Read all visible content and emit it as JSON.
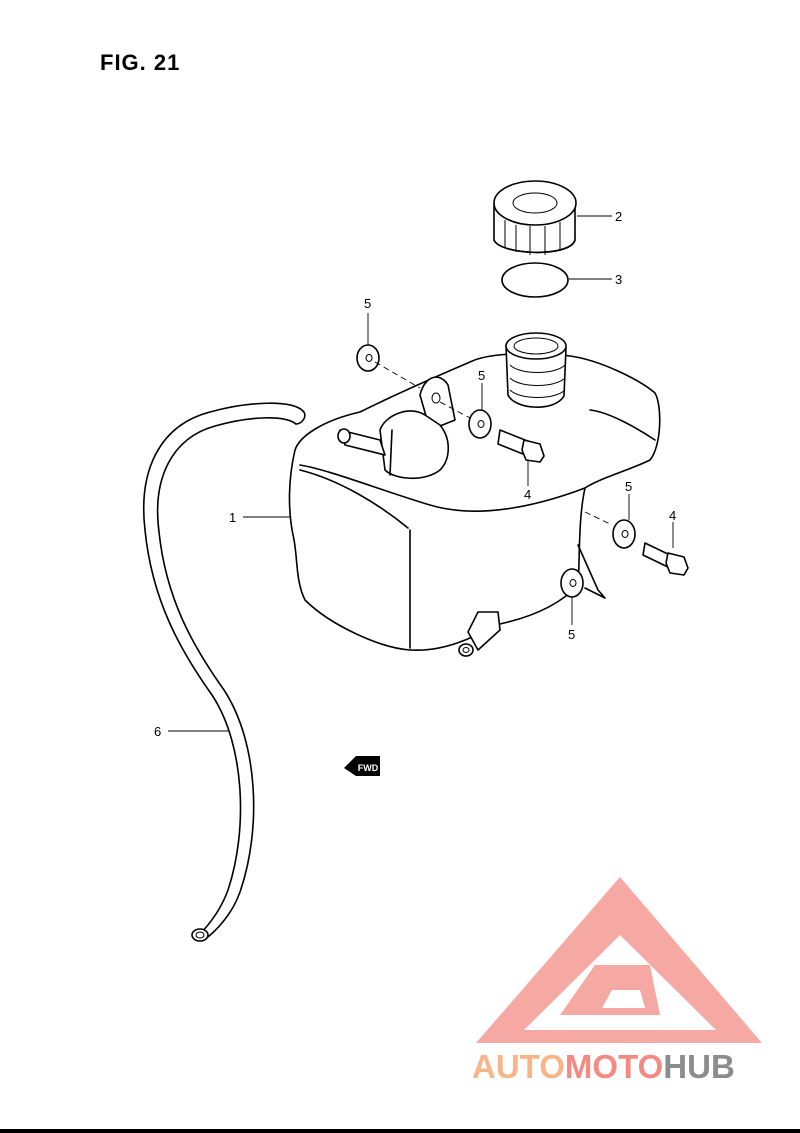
{
  "figure": {
    "title": "FIG. 21",
    "forward_marker": "FWD"
  },
  "callouts": [
    "1",
    "2",
    "3",
    "4",
    "4",
    "5",
    "5",
    "5",
    "5",
    "6"
  ],
  "watermark": {
    "parts": [
      "AUTO",
      "MOTO",
      "HUB"
    ],
    "colors": {
      "auto": "#f7b58a",
      "moto": "#f48a84",
      "hub": "#8c8c8c",
      "logo": "#f59a94"
    }
  }
}
